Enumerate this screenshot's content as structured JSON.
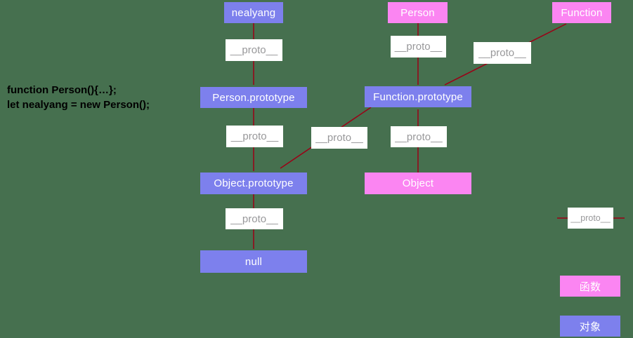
{
  "code": {
    "line1": "function Person(){…};",
    "line2": "let nealyang = new Person();"
  },
  "nodes": {
    "nealyang": "nealyang",
    "person": "Person",
    "function": "Function",
    "person_prototype": "Person.prototype",
    "function_prototype": "Function.prototype",
    "object_prototype": "Object.prototype",
    "object": "Object",
    "null": "null"
  },
  "proto_label": "__proto__",
  "legend": {
    "proto": "__proto__",
    "function_type": "函数",
    "object_type": "对象"
  },
  "edges": [
    {
      "from": "nealyang",
      "to": "Person.prototype",
      "via": "__proto__"
    },
    {
      "from": "Person",
      "to": "Function.prototype",
      "via": "__proto__"
    },
    {
      "from": "Function",
      "to": "Function.prototype",
      "via": "__proto__"
    },
    {
      "from": "Person.prototype",
      "to": "Object.prototype",
      "via": "__proto__"
    },
    {
      "from": "Function.prototype",
      "to": "Object.prototype",
      "via": "__proto__"
    },
    {
      "from": "Object",
      "to": "Function.prototype",
      "via": "__proto__"
    },
    {
      "from": "Object.prototype",
      "to": "null",
      "via": "__proto__"
    }
  ],
  "colors": {
    "background": "#46704f",
    "node_object": "#7d80ed",
    "node_function": "#fb85f2",
    "arrow": "#9c0016",
    "proto_text": "#98989a",
    "code_text": "#000000"
  }
}
